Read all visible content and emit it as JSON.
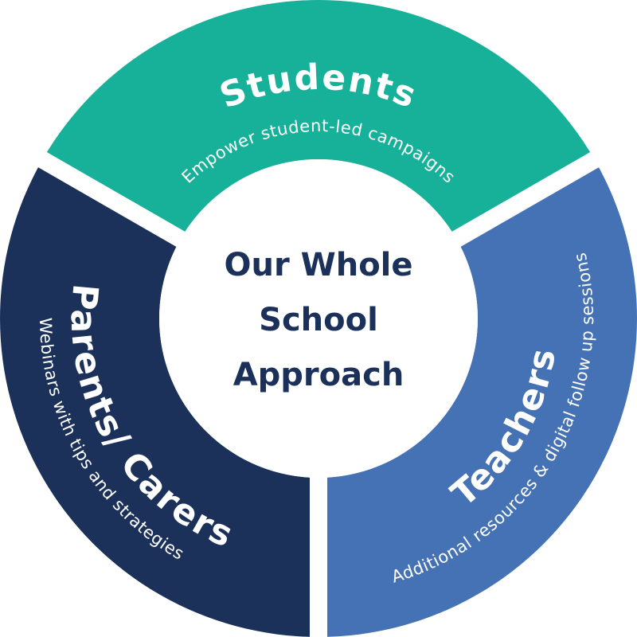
{
  "center": {
    "lines": [
      "Our Whole",
      "School",
      "Approach"
    ]
  },
  "segments": {
    "students": {
      "title": "Students",
      "subtitle": "Empower student-led campaigns",
      "color": "#17b19a"
    },
    "teachers": {
      "title": "Teachers",
      "subtitle": "Additional resources & digital follow up sessions",
      "color": "#4571b5"
    },
    "parents": {
      "title": "Parents/ Carers",
      "subtitle": "Webinars with tips and strategies",
      "color": "#1b3159"
    }
  }
}
